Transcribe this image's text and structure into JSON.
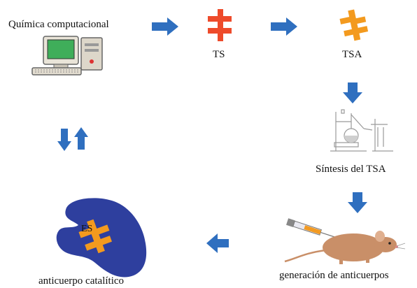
{
  "labels": {
    "computational_chemistry": "Química computacional",
    "ts": "TS",
    "tsa": "TSA",
    "tsa_synthesis": "Síntesis del TSA",
    "antibody_generation": "generación de anticuerpos",
    "catalytic_antibody": "anticuerpo catalítico",
    "es": "ES"
  },
  "colors": {
    "arrow_blue": "#2f6fbf",
    "ts_red": "#ee4b2b",
    "tsa_orange": "#f39a1e",
    "antibody_blue": "#2e3f9e",
    "mouse_tan": "#c98f68"
  },
  "icons": {
    "computer": "computer-icon",
    "ts_shape": "ts-structure-icon",
    "tsa_shape": "tsa-structure-icon",
    "lab_apparatus": "lab-apparatus-icon",
    "mouse": "mouse-with-syringe-icon",
    "antibody": "antibody-icon"
  }
}
